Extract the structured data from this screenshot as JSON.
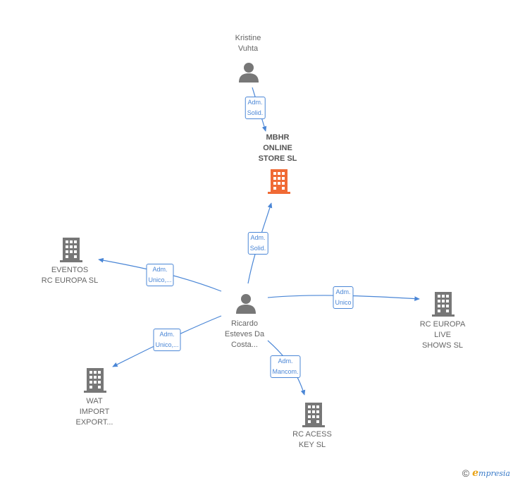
{
  "colors": {
    "link": "#4a86d6",
    "icon": "#777777",
    "focus_icon": "#f06a35"
  },
  "nodes": [
    {
      "id": "kristine",
      "kind": "person",
      "label": "Kristine\nVuhta"
    },
    {
      "id": "mbhr",
      "kind": "company",
      "focus": true,
      "label": "MBHR\nONLINE\nSTORE  SL"
    },
    {
      "id": "ricardo",
      "kind": "person",
      "label": "Ricardo\nEsteves Da\nCosta..."
    },
    {
      "id": "eventos",
      "kind": "company",
      "label": "EVENTOS\nRC EUROPA SL"
    },
    {
      "id": "rclive",
      "kind": "company",
      "label": "RC EUROPA\nLIVE\nSHOWS  SL"
    },
    {
      "id": "wat",
      "kind": "company",
      "label": "WAT\nIMPORT\nEXPORT..."
    },
    {
      "id": "rcacess",
      "kind": "company",
      "label": "RC ACESS\nKEY  SL"
    }
  ],
  "edges": [
    {
      "from": "kristine",
      "to": "mbhr",
      "label": "Adm.\nSolid."
    },
    {
      "from": "ricardo",
      "to": "mbhr",
      "label": "Adm.\nSolid."
    },
    {
      "from": "ricardo",
      "to": "eventos",
      "label": "Adm.\nUnico,..."
    },
    {
      "from": "ricardo",
      "to": "rclive",
      "label": "Adm.\nUnico"
    },
    {
      "from": "ricardo",
      "to": "wat",
      "label": "Adm.\nUnico,..."
    },
    {
      "from": "ricardo",
      "to": "rcacess",
      "label": "Adm.\nMancom."
    }
  ],
  "footer": {
    "copyright": "©",
    "brand_first": "e",
    "brand_rest": "mpresia"
  }
}
